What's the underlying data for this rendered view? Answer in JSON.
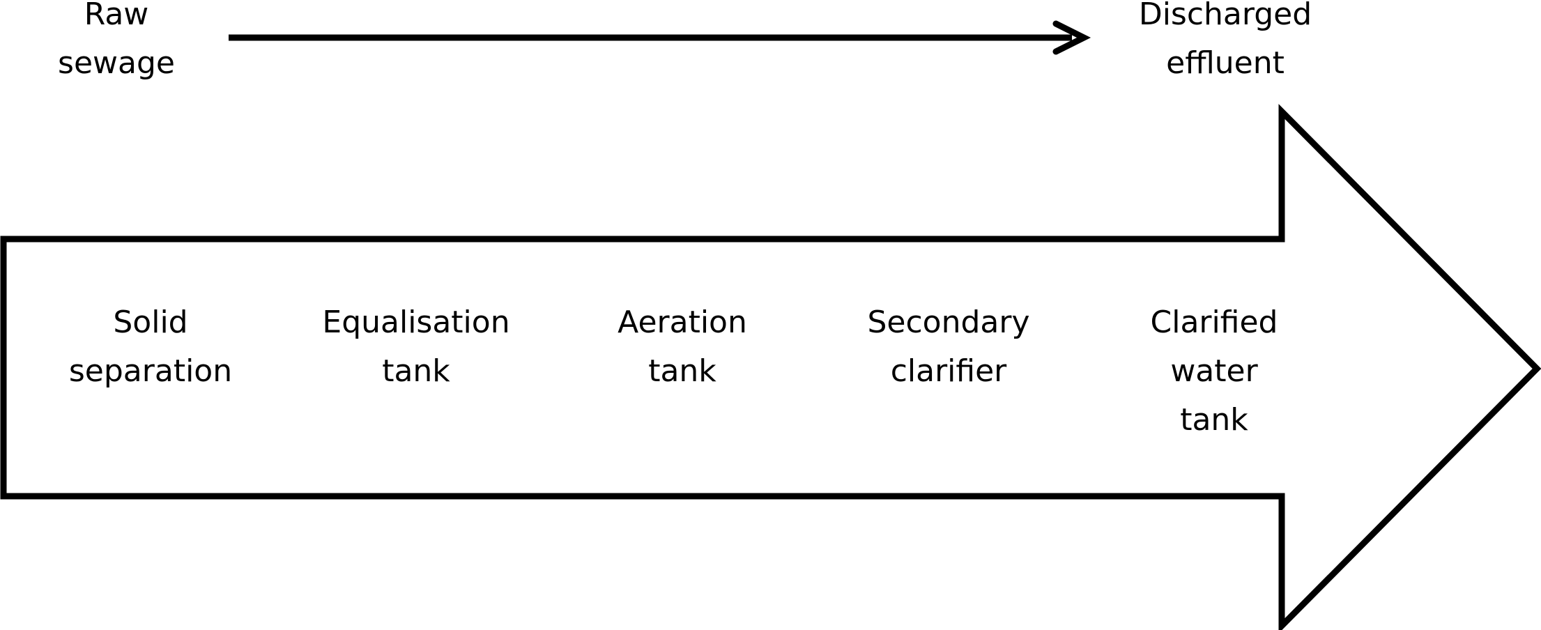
{
  "flow": {
    "start_label": "Raw\nsewage",
    "end_label": "Discharged\neffluent"
  },
  "stages": [
    {
      "label": "Solid\nseparation"
    },
    {
      "label": "Equalisation\ntank"
    },
    {
      "label": "Aeration\ntank"
    },
    {
      "label": "Secondary\nclarifier"
    },
    {
      "label": "Clarified\nwater\ntank"
    }
  ],
  "colors": {
    "stroke": "#000000",
    "fill": "#ffffff",
    "text": "#000000"
  }
}
